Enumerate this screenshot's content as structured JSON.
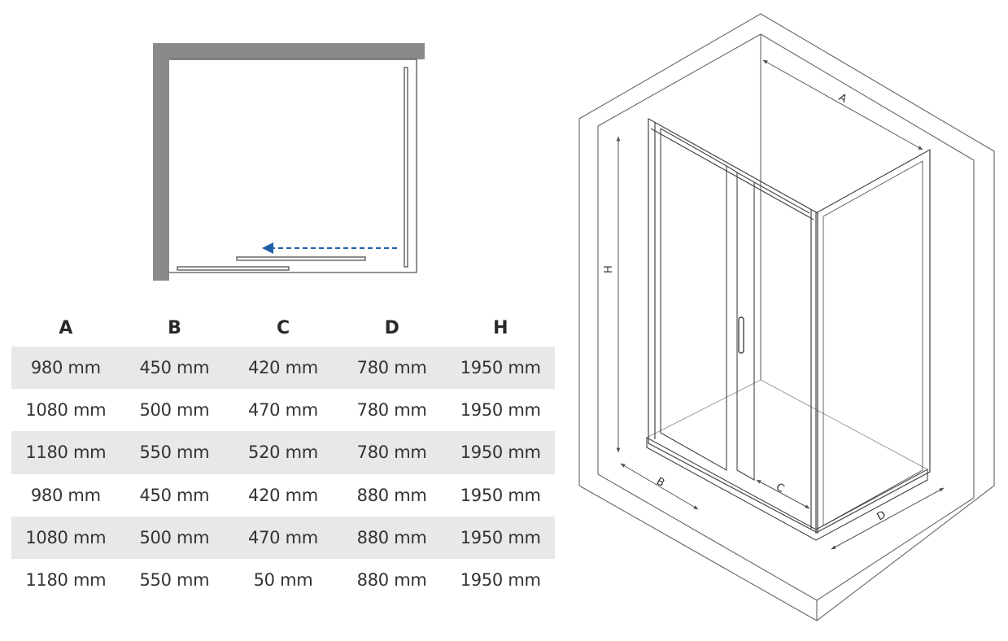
{
  "table": {
    "headers": [
      "A",
      "B",
      "C",
      "D",
      "H"
    ],
    "rows": [
      [
        "980 mm",
        "450 mm",
        "420 mm",
        "780 mm",
        "1950 mm"
      ],
      [
        "1080 mm",
        "500 mm",
        "470 mm",
        "780 mm",
        "1950 mm"
      ],
      [
        "1180 mm",
        "550 mm",
        "520 mm",
        "780 mm",
        "1950 mm"
      ],
      [
        "980 mm",
        "450 mm",
        "420 mm",
        "880 mm",
        "1950 mm"
      ],
      [
        "1080 mm",
        "500 mm",
        "470 mm",
        "880 mm",
        "1950 mm"
      ],
      [
        "1180 mm",
        "550 mm",
        "50 mm",
        "880 mm",
        "1950 mm"
      ]
    ]
  },
  "diagram": {
    "labels": {
      "a": "A",
      "b": "B",
      "c": "C",
      "d": "D",
      "h": "H"
    },
    "colors": {
      "wall": "#8a8a8c",
      "arrow": "#1f5fa8",
      "line": "#444444"
    }
  }
}
